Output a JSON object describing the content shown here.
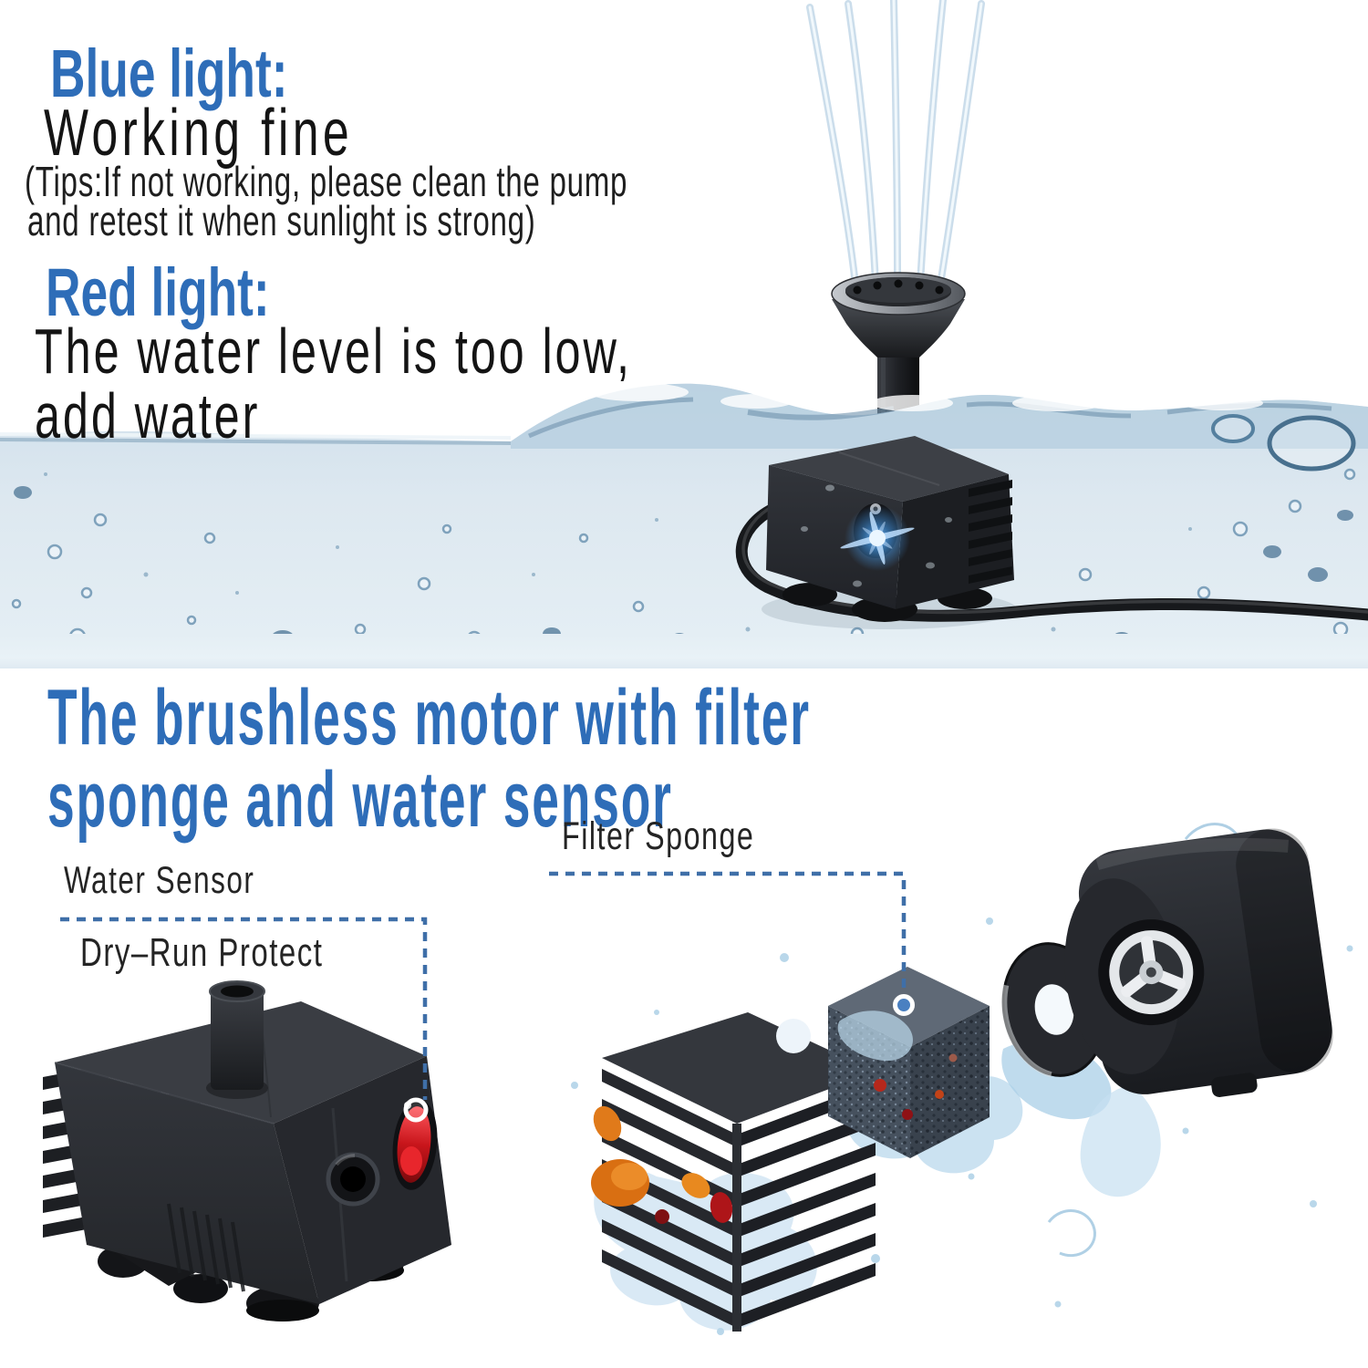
{
  "colors": {
    "accent_blue": "#2e6db8",
    "callout_blue": "#3f6fa8",
    "red_light": "#e81c22",
    "blue_led": "#4aa8ff",
    "water_light": "#dde8f0"
  },
  "top_section": {
    "blue_light_title": "Blue light:",
    "blue_light_status": "Working fine",
    "tips_line1": "(Tips:If not working, please clean the pump",
    "tips_line2": "and retest it when sunlight is strong)",
    "red_light_title": "Red light:",
    "red_light_status_line1": "The water level is too low,",
    "red_light_status_line2": "add water"
  },
  "bottom_section": {
    "heading_line1": "The brushless motor with filter",
    "heading_line2": "sponge and water sensor",
    "labels": {
      "filter_sponge": "Filter Sponge",
      "water_sensor": "Water Sensor",
      "dry_run_protect": "Dry–Run Protect"
    }
  }
}
